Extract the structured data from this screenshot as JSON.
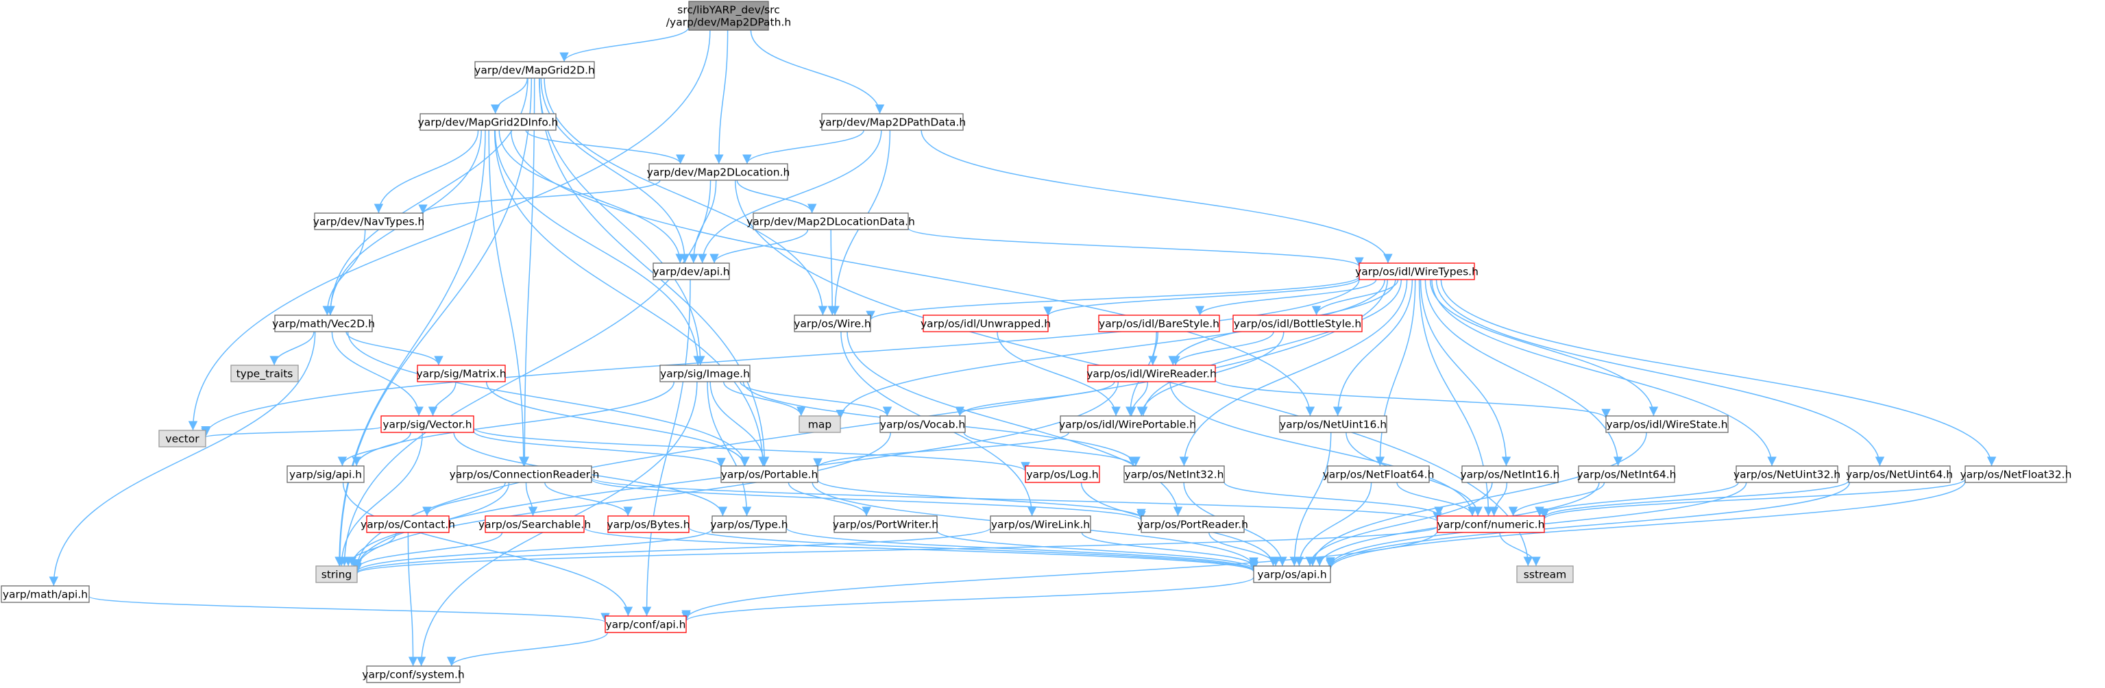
{
  "colors": {
    "edge": "#63b8ff",
    "node_fill": "#ffffff",
    "node_border": "#666666",
    "node_border_incomplete": "#ff0000",
    "root_fill": "#999999",
    "system_fill": "#e0e0e0",
    "system_border": "#999999"
  },
  "nodes": [
    {
      "id": "root",
      "lines": [
        "src/libYARP_dev/src",
        "/yarp/dev/Map2DPath.h"
      ],
      "kind": "root"
    },
    {
      "id": "mapgrid2d",
      "lines": [
        "yarp/dev/MapGrid2D.h"
      ],
      "kind": "normal"
    },
    {
      "id": "map2dpathdata",
      "lines": [
        "yarp/dev/Map2DPathData.h"
      ],
      "kind": "normal"
    },
    {
      "id": "mapgrid2dinfo",
      "lines": [
        "yarp/dev/MapGrid2DInfo.h"
      ],
      "kind": "normal"
    },
    {
      "id": "map2dlocation",
      "lines": [
        "yarp/dev/Map2DLocation.h"
      ],
      "kind": "normal"
    },
    {
      "id": "navtypes",
      "lines": [
        "yarp/dev/NavTypes.h"
      ],
      "kind": "normal"
    },
    {
      "id": "map2dlocationdata",
      "lines": [
        "yarp/dev/Map2DLocationData.h"
      ],
      "kind": "normal"
    },
    {
      "id": "devapi",
      "lines": [
        "yarp/dev/api.h"
      ],
      "kind": "normal"
    },
    {
      "id": "wiretypes",
      "lines": [
        "yarp/os/idl/WireTypes.h"
      ],
      "kind": "incomplete"
    },
    {
      "id": "vec2d",
      "lines": [
        "yarp/math/Vec2D.h"
      ],
      "kind": "normal"
    },
    {
      "id": "typetraits",
      "lines": [
        "type_traits"
      ],
      "kind": "system"
    },
    {
      "id": "matrix",
      "lines": [
        "yarp/sig/Matrix.h"
      ],
      "kind": "incomplete"
    },
    {
      "id": "image",
      "lines": [
        "yarp/sig/Image.h"
      ],
      "kind": "normal"
    },
    {
      "id": "wire",
      "lines": [
        "yarp/os/Wire.h"
      ],
      "kind": "normal"
    },
    {
      "id": "unwrapped",
      "lines": [
        "yarp/os/idl/Unwrapped.h"
      ],
      "kind": "incomplete"
    },
    {
      "id": "barestyle",
      "lines": [
        "yarp/os/idl/BareStyle.h"
      ],
      "kind": "incomplete"
    },
    {
      "id": "bottlestyle",
      "lines": [
        "yarp/os/idl/BottleStyle.h"
      ],
      "kind": "incomplete"
    },
    {
      "id": "wirereader",
      "lines": [
        "yarp/os/idl/WireReader.h"
      ],
      "kind": "incomplete"
    },
    {
      "id": "vector",
      "lines": [
        "yarp/sig/Vector.h"
      ],
      "kind": "incomplete"
    },
    {
      "id": "map",
      "lines": [
        "map"
      ],
      "kind": "system"
    },
    {
      "id": "vocab",
      "lines": [
        "yarp/os/Vocab.h"
      ],
      "kind": "normal"
    },
    {
      "id": "wireportable",
      "lines": [
        "yarp/os/idl/WirePortable.h"
      ],
      "kind": "normal"
    },
    {
      "id": "netuint16",
      "lines": [
        "yarp/os/NetUint16.h"
      ],
      "kind": "normal"
    },
    {
      "id": "wirestate",
      "lines": [
        "yarp/os/idl/WireState.h"
      ],
      "kind": "normal"
    },
    {
      "id": "stdvector",
      "lines": [
        "vector"
      ],
      "kind": "system"
    },
    {
      "id": "sigapi",
      "lines": [
        "yarp/sig/api.h"
      ],
      "kind": "normal"
    },
    {
      "id": "connectionreader",
      "lines": [
        "yarp/os/ConnectionReader.h"
      ],
      "kind": "normal"
    },
    {
      "id": "portable",
      "lines": [
        "yarp/os/Portable.h"
      ],
      "kind": "normal"
    },
    {
      "id": "log",
      "lines": [
        "yarp/os/Log.h"
      ],
      "kind": "incomplete"
    },
    {
      "id": "netint32",
      "lines": [
        "yarp/os/NetInt32.h"
      ],
      "kind": "normal"
    },
    {
      "id": "netfloat64",
      "lines": [
        "yarp/os/NetFloat64.h"
      ],
      "kind": "normal"
    },
    {
      "id": "netint16",
      "lines": [
        "yarp/os/NetInt16.h"
      ],
      "kind": "normal"
    },
    {
      "id": "netint64",
      "lines": [
        "yarp/os/NetInt64.h"
      ],
      "kind": "normal"
    },
    {
      "id": "netuint32",
      "lines": [
        "yarp/os/NetUint32.h"
      ],
      "kind": "normal"
    },
    {
      "id": "netuint64",
      "lines": [
        "yarp/os/NetUint64.h"
      ],
      "kind": "normal"
    },
    {
      "id": "netfloat32",
      "lines": [
        "yarp/os/NetFloat32.h"
      ],
      "kind": "normal"
    },
    {
      "id": "contact",
      "lines": [
        "yarp/os/Contact.h"
      ],
      "kind": "incomplete"
    },
    {
      "id": "searchable",
      "lines": [
        "yarp/os/Searchable.h"
      ],
      "kind": "incomplete"
    },
    {
      "id": "bytes",
      "lines": [
        "yarp/os/Bytes.h"
      ],
      "kind": "incomplete"
    },
    {
      "id": "type",
      "lines": [
        "yarp/os/Type.h"
      ],
      "kind": "normal"
    },
    {
      "id": "portwriter",
      "lines": [
        "yarp/os/PortWriter.h"
      ],
      "kind": "normal"
    },
    {
      "id": "wirelink",
      "lines": [
        "yarp/os/WireLink.h"
      ],
      "kind": "normal"
    },
    {
      "id": "portreader",
      "lines": [
        "yarp/os/PortReader.h"
      ],
      "kind": "normal"
    },
    {
      "id": "numeric",
      "lines": [
        "yarp/conf/numeric.h"
      ],
      "kind": "incomplete"
    },
    {
      "id": "string",
      "lines": [
        "string"
      ],
      "kind": "system"
    },
    {
      "id": "osapi",
      "lines": [
        "yarp/os/api.h"
      ],
      "kind": "normal"
    },
    {
      "id": "sstream",
      "lines": [
        "sstream"
      ],
      "kind": "system"
    },
    {
      "id": "mathapi",
      "lines": [
        "yarp/math/api.h"
      ],
      "kind": "normal"
    },
    {
      "id": "confapi",
      "lines": [
        "yarp/conf/api.h"
      ],
      "kind": "incomplete"
    },
    {
      "id": "system",
      "lines": [
        "yarp/conf/system.h"
      ],
      "kind": "normal"
    }
  ],
  "edges": [
    [
      "root",
      "mapgrid2d"
    ],
    [
      "root",
      "map2dpathdata"
    ],
    [
      "root",
      "map2dlocation"
    ],
    [
      "root",
      "stdvector"
    ],
    [
      "mapgrid2d",
      "mapgrid2dinfo"
    ],
    [
      "mapgrid2d",
      "devapi"
    ],
    [
      "mapgrid2d",
      "vec2d"
    ],
    [
      "mapgrid2d",
      "image"
    ],
    [
      "mapgrid2d",
      "portable"
    ],
    [
      "mapgrid2d",
      "string"
    ],
    [
      "mapgrid2d",
      "wire"
    ],
    [
      "mapgrid2d",
      "connectionreader"
    ],
    [
      "map2dpathdata",
      "map2dlocation"
    ],
    [
      "map2dpathdata",
      "devapi"
    ],
    [
      "map2dpathdata",
      "wiretypes"
    ],
    [
      "map2dpathdata",
      "wire"
    ],
    [
      "mapgrid2dinfo",
      "map2dlocation"
    ],
    [
      "mapgrid2dinfo",
      "navtypes"
    ],
    [
      "mapgrid2dinfo",
      "devapi"
    ],
    [
      "mapgrid2dinfo",
      "vec2d"
    ],
    [
      "mapgrid2dinfo",
      "image"
    ],
    [
      "mapgrid2dinfo",
      "portable"
    ],
    [
      "mapgrid2dinfo",
      "string"
    ],
    [
      "mapgrid2dinfo",
      "connectionreader"
    ],
    [
      "mapgrid2dinfo",
      "netuint16"
    ],
    [
      "map2dlocation",
      "navtypes"
    ],
    [
      "map2dlocation",
      "map2dlocationdata"
    ],
    [
      "map2dlocation",
      "devapi"
    ],
    [
      "map2dlocation",
      "sstream"
    ],
    [
      "map2dlocation",
      "string"
    ],
    [
      "map2dlocationdata",
      "devapi"
    ],
    [
      "map2dlocationdata",
      "wiretypes"
    ],
    [
      "map2dlocationdata",
      "wire"
    ],
    [
      "navtypes",
      "vec2d"
    ],
    [
      "devapi",
      "confapi"
    ],
    [
      "vec2d",
      "typetraits"
    ],
    [
      "vec2d",
      "matrix"
    ],
    [
      "vec2d",
      "vector"
    ],
    [
      "vec2d",
      "mathapi"
    ],
    [
      "vec2d",
      "portable"
    ],
    [
      "wiretypes",
      "wire"
    ],
    [
      "wiretypes",
      "unwrapped"
    ],
    [
      "wiretypes",
      "barestyle"
    ],
    [
      "wiretypes",
      "bottlestyle"
    ],
    [
      "wiretypes",
      "wirereader"
    ],
    [
      "wiretypes",
      "map"
    ],
    [
      "wiretypes",
      "wireportable"
    ],
    [
      "wiretypes",
      "netuint16"
    ],
    [
      "wiretypes",
      "wirestate"
    ],
    [
      "wiretypes",
      "stdvector"
    ],
    [
      "wiretypes",
      "string"
    ],
    [
      "wiretypes",
      "netint32"
    ],
    [
      "wiretypes",
      "netfloat64"
    ],
    [
      "wiretypes",
      "netint16"
    ],
    [
      "wiretypes",
      "netint64"
    ],
    [
      "wiretypes",
      "netuint32"
    ],
    [
      "wiretypes",
      "netuint64"
    ],
    [
      "wiretypes",
      "netfloat32"
    ],
    [
      "wiretypes",
      "numeric"
    ],
    [
      "matrix",
      "vector"
    ],
    [
      "matrix",
      "portable"
    ],
    [
      "image",
      "map"
    ],
    [
      "image",
      "vocab"
    ],
    [
      "image",
      "portable"
    ],
    [
      "image",
      "sigapi"
    ],
    [
      "image",
      "type"
    ],
    [
      "image",
      "netint32"
    ],
    [
      "image",
      "system"
    ],
    [
      "wire",
      "wirelink"
    ],
    [
      "wire",
      "portreader"
    ],
    [
      "unwrapped",
      "wireportable"
    ],
    [
      "barestyle",
      "wirereader"
    ],
    [
      "barestyle",
      "wireportable"
    ],
    [
      "bottlestyle",
      "wirereader"
    ],
    [
      "bottlestyle",
      "wireportable"
    ],
    [
      "wirereader",
      "vocab"
    ],
    [
      "wirereader",
      "wireportable"
    ],
    [
      "wirereader",
      "wirestate"
    ],
    [
      "wirereader",
      "numeric"
    ],
    [
      "wirereader",
      "string"
    ],
    [
      "vector",
      "stdvector"
    ],
    [
      "vector",
      "sigapi"
    ],
    [
      "vector",
      "portable"
    ],
    [
      "vector",
      "log"
    ],
    [
      "vector",
      "type"
    ],
    [
      "vector",
      "string"
    ],
    [
      "vocab",
      "string"
    ],
    [
      "vocab",
      "netint32"
    ],
    [
      "wireportable",
      "portable"
    ],
    [
      "netuint16",
      "numeric"
    ],
    [
      "netuint16",
      "osapi"
    ],
    [
      "wirestate",
      "osapi"
    ],
    [
      "sigapi",
      "confapi"
    ],
    [
      "connectionreader",
      "contact"
    ],
    [
      "connectionreader",
      "searchable"
    ],
    [
      "connectionreader",
      "bytes"
    ],
    [
      "connectionreader",
      "numeric"
    ],
    [
      "connectionreader",
      "string"
    ],
    [
      "connectionreader",
      "portreader"
    ],
    [
      "portable",
      "portwriter"
    ],
    [
      "portable",
      "portreader"
    ],
    [
      "portable",
      "osapi"
    ],
    [
      "log",
      "osapi"
    ],
    [
      "netint32",
      "numeric"
    ],
    [
      "netint32",
      "osapi"
    ],
    [
      "netfloat64",
      "numeric"
    ],
    [
      "netfloat64",
      "osapi"
    ],
    [
      "netint16",
      "numeric"
    ],
    [
      "netint16",
      "osapi"
    ],
    [
      "netint64",
      "numeric"
    ],
    [
      "netint64",
      "osapi"
    ],
    [
      "netuint32",
      "numeric"
    ],
    [
      "netuint32",
      "osapi"
    ],
    [
      "netuint64",
      "numeric"
    ],
    [
      "netuint64",
      "osapi"
    ],
    [
      "netfloat32",
      "numeric"
    ],
    [
      "netfloat32",
      "osapi"
    ],
    [
      "contact",
      "string"
    ],
    [
      "contact",
      "system"
    ],
    [
      "searchable",
      "string"
    ],
    [
      "searchable",
      "osapi"
    ],
    [
      "bytes",
      "osapi"
    ],
    [
      "type",
      "string"
    ],
    [
      "type",
      "osapi"
    ],
    [
      "portwriter",
      "osapi"
    ],
    [
      "wirelink",
      "string"
    ],
    [
      "wirelink",
      "osapi"
    ],
    [
      "portreader",
      "osapi"
    ],
    [
      "numeric",
      "sstream"
    ],
    [
      "numeric",
      "string"
    ],
    [
      "numeric",
      "confapi"
    ],
    [
      "osapi",
      "confapi"
    ],
    [
      "mathapi",
      "confapi"
    ],
    [
      "confapi",
      "system"
    ]
  ]
}
